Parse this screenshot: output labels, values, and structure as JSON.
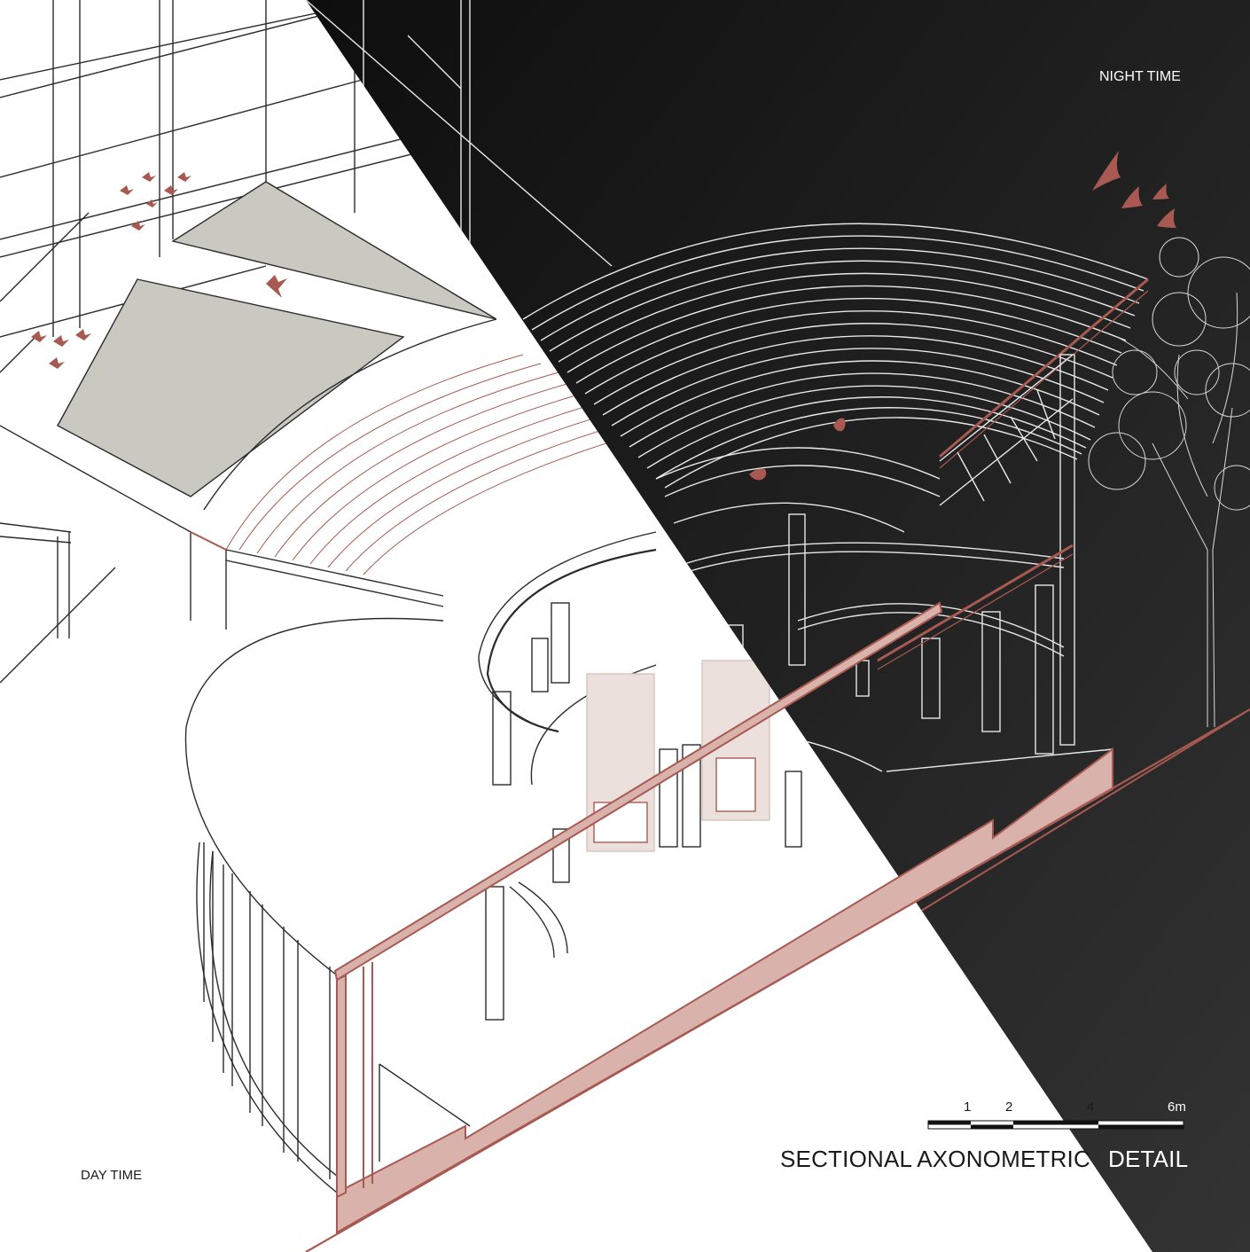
{
  "labels": {
    "night": "NIGHT TIME",
    "day": "DAY TIME",
    "title_main": "SECTIONAL AXONOMETRIC",
    "title_end": "DETAIL"
  },
  "scale_bar": {
    "ticks": [
      "1",
      "2",
      "4",
      "6m"
    ]
  },
  "colors": {
    "night_background": "#1c1c1c",
    "section_cut": "#a85a52",
    "section_fill": "#d9b3ab",
    "vegetation": "#c9c9c2",
    "line_day": "#2b2b2b",
    "line_night": "#e8e8e8"
  },
  "icons": [
    "bird-silhouette",
    "bat-silhouette",
    "tree-outline"
  ]
}
